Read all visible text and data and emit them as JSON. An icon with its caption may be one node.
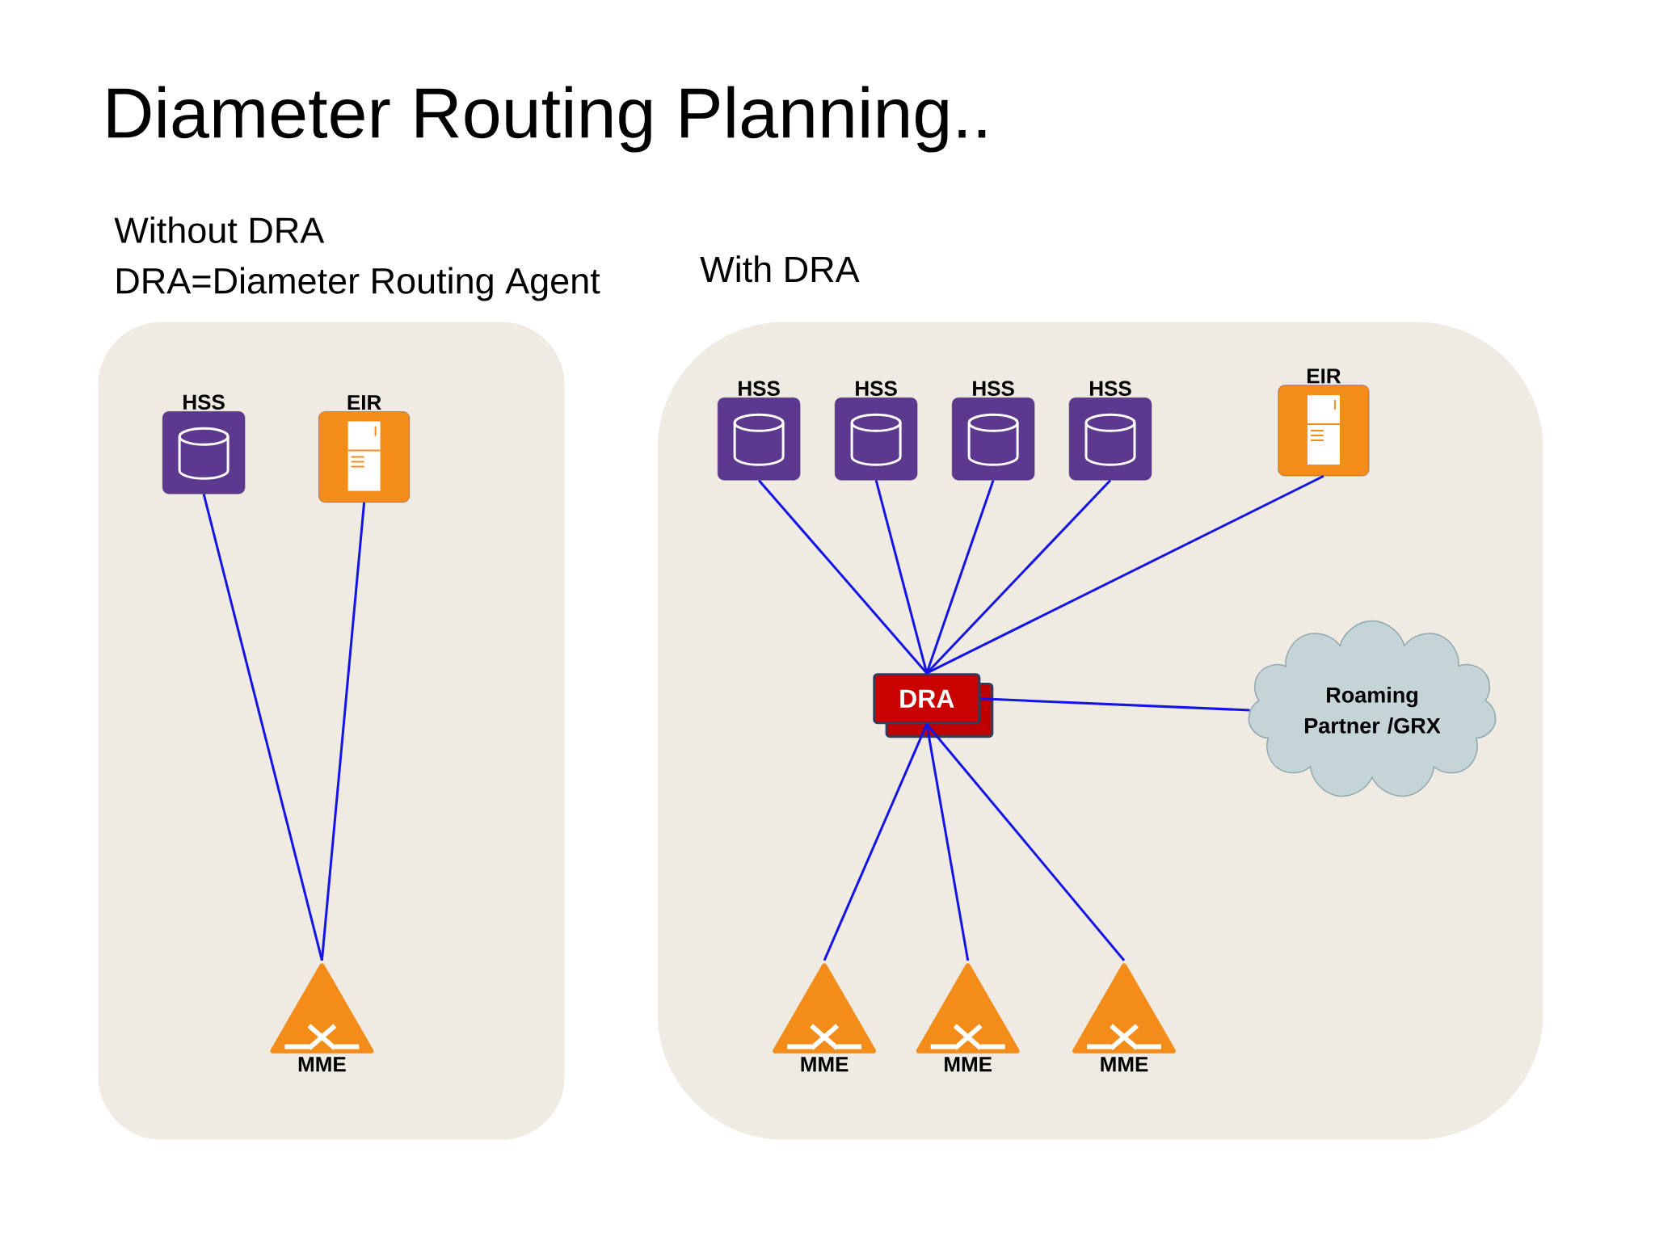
{
  "diagram": {
    "title": "Diameter Routing Planning..",
    "nodes": [
      {
        "text": [
          "Without DRA",
          "DRA=Diameter Routing Agent"
        ]
      },
      {
        "text": [
          "HSS"
        ],
        "in": 0
      },
      {
        "text": [
          "EIR"
        ],
        "in": 0
      },
      {
        "text": [
          "MME"
        ],
        "in": 0
      },
      {
        "text": [
          "With DRA"
        ]
      },
      {
        "text": [
          "HSS"
        ],
        "in": 4
      },
      {
        "text": [
          "HSS"
        ],
        "in": 4
      },
      {
        "text": [
          "HSS"
        ],
        "in": 4
      },
      {
        "text": [
          "HSS"
        ],
        "in": 4
      },
      {
        "text": [
          "EIR"
        ],
        "in": 4
      },
      {
        "text": [
          "DRA"
        ],
        "in": 4
      },
      {
        "text": [
          "Roaming Partner /GRX"
        ],
        "in": 4
      },
      {
        "text": [
          "MME"
        ],
        "in": 4
      },
      {
        "text": [
          "MME"
        ],
        "in": 4
      },
      {
        "text": [
          "MME"
        ],
        "in": 4
      }
    ],
    "edges": [
      {
        "from": 1,
        "to": 3,
        "arrow": "none"
      },
      {
        "from": 2,
        "to": 3,
        "arrow": "none"
      },
      {
        "from": 5,
        "to": 10,
        "arrow": "none"
      },
      {
        "from": 6,
        "to": 10,
        "arrow": "none"
      },
      {
        "from": 7,
        "to": 10,
        "arrow": "none"
      },
      {
        "from": 8,
        "to": 10,
        "arrow": "none"
      },
      {
        "from": 9,
        "to": 10,
        "arrow": "none"
      },
      {
        "from": 10,
        "to": 11,
        "arrow": "none"
      },
      {
        "from": 10,
        "to": 12,
        "arrow": "none"
      },
      {
        "from": 10,
        "to": 13,
        "arrow": "none"
      },
      {
        "from": 10,
        "to": 14,
        "arrow": "none"
      }
    ]
  }
}
